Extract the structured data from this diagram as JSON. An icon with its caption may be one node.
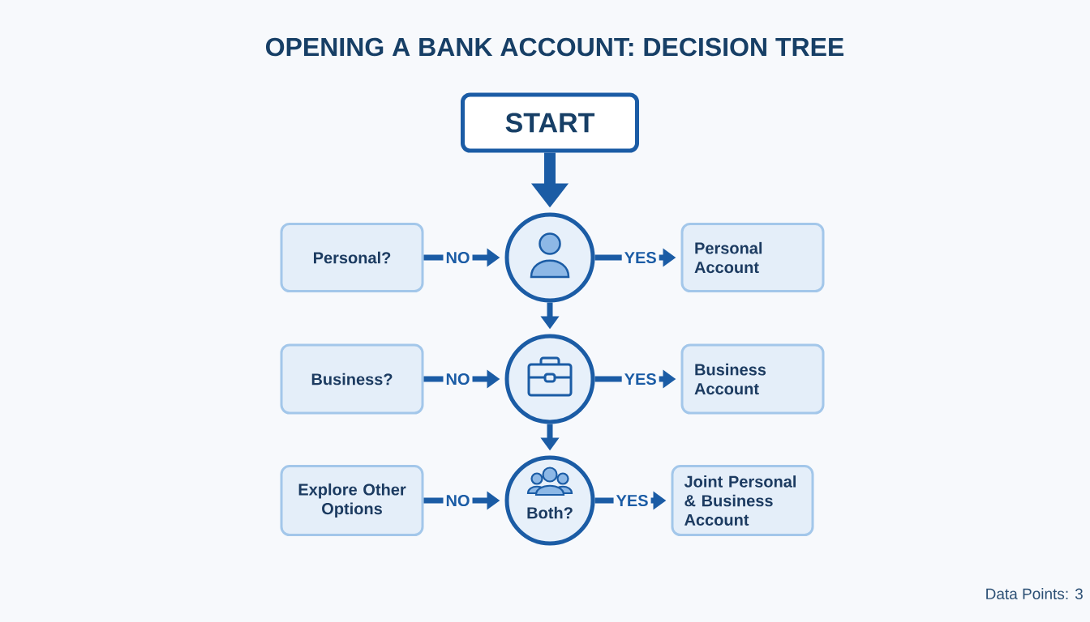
{
  "diagram": {
    "title": "OPENING A BANK ACCOUNT: DECISION TREE",
    "nodes": [
      {
        "text": [
          "START"
        ]
      },
      {
        "text": [
          "Personal?"
        ]
      },
      {
        "text": [],
        "shape": "circle"
      },
      {
        "text": [
          "Personal Account"
        ]
      },
      {
        "text": [
          "Business?"
        ]
      },
      {
        "text": [],
        "shape": "circle"
      },
      {
        "text": [
          "Business Account"
        ]
      },
      {
        "text": [
          "Explore Other Options"
        ]
      },
      {
        "text": [
          "Both?"
        ]
      },
      {
        "text": [
          "Joint Personal & Business Account"
        ]
      }
    ],
    "edges": [
      {
        "from": 0,
        "to": 2,
        "arrow": "to",
        "style": "thick"
      },
      {
        "from": 1,
        "to": 2,
        "arrow": "to",
        "label": "NO"
      },
      {
        "from": 2,
        "to": 3,
        "arrow": "to",
        "label": "YES"
      },
      {
        "from": 2,
        "to": 5,
        "arrow": "to"
      },
      {
        "from": 4,
        "to": 5,
        "arrow": "to",
        "label": "NO"
      },
      {
        "from": 5,
        "to": 6,
        "arrow": "to",
        "label": "YES"
      },
      {
        "from": 5,
        "to": 8,
        "arrow": "to"
      },
      {
        "from": 7,
        "to": 8,
        "arrow": "to",
        "label": "NO"
      },
      {
        "from": 8,
        "to": 9,
        "arrow": "to",
        "label": "YES"
      }
    ],
    "labels": [
      "Data Points: 3"
    ]
  }
}
